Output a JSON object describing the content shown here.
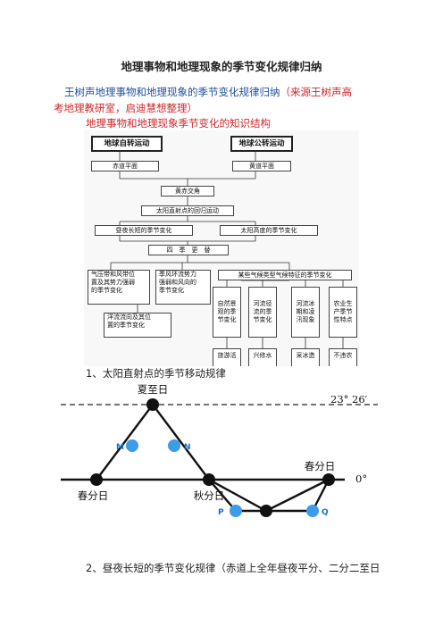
{
  "document": {
    "title": "地理事物和地理现象的季节变化规律归纳",
    "intro_author": "王树声地理事物和地理现象的季节变化规律归纳",
    "intro_source_a": "（来源王树声高",
    "intro_source_b": "考地理教研室，启迪慧想整理）",
    "section_heading": "地理事物和地理现象季节变化的知识结构",
    "caption_1": "1、太阳直射点的季节移动规律",
    "caption_2": "2、昼夜长短的季节变化规律（赤道上全年昼夜平分、二分二至日"
  },
  "flowchart": {
    "earth_rotation": "地球自转运动",
    "earth_revolution": "地球公转运动",
    "equator_plane": "赤道平面",
    "ecliptic_plane": "黄道平面",
    "obliquity": "黄赤交角",
    "subsolar_migration": "太阳直射点的回归运动",
    "day_length_change": "昼夜长短的季节变化",
    "solar_altitude_change": "太阳高度的季节变化",
    "four_seasons": "四　季　更　替",
    "pressure_belts": [
      "气压带和风带位",
      "置及其势力强弱",
      "的季节变化"
    ],
    "monsoon": [
      "季风环流势力",
      "强弱和风向的",
      "季节变化"
    ],
    "climate_features": "某些气候类型气候特征的季节变化",
    "ocean_current": [
      "洋流流向及其位",
      "置的季节变化"
    ],
    "natural_landscape": [
      "自然景",
      "观的季",
      "节变化"
    ],
    "river_runoff": [
      "河流径",
      "流的季",
      "节变化"
    ],
    "river_ice": [
      "河流冰",
      "期和凌",
      "汛现象"
    ],
    "agriculture": [
      "农业生",
      "产季节",
      "性特点"
    ],
    "bottom_1": "旅游活",
    "bottom_2": "兴修水",
    "bottom_3": "采冰造",
    "bottom_4": "不违农"
  },
  "sun_diagram": {
    "summer_solstice": "夏至日",
    "spring_equinox_left": "春分日",
    "autumn_equinox": "秋分日",
    "spring_equinox_right": "春分日",
    "tropic_label": "23° 26′",
    "equator_label": "0°",
    "point_m": "M",
    "point_n": "N",
    "point_p": "P",
    "point_q": "Q",
    "colors": {
      "key_point": "#111111",
      "mid_point": "#3d9be9",
      "point_label": "#1a6fc4"
    }
  }
}
